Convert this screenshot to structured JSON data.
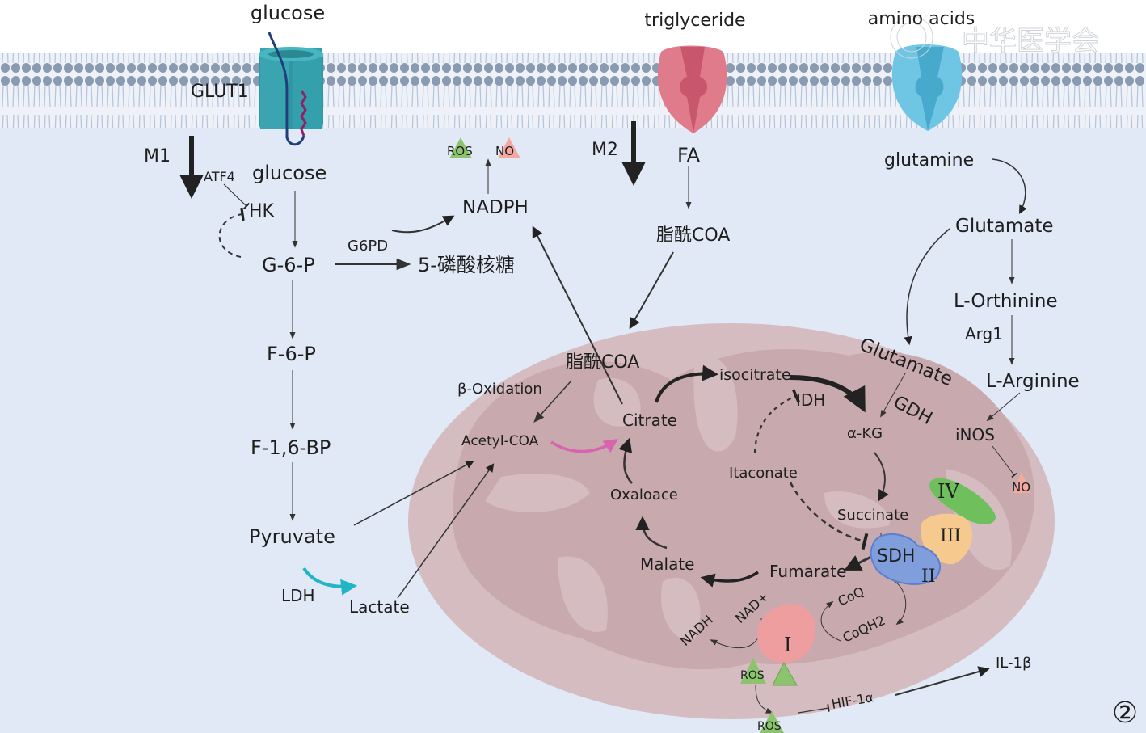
{
  "figure_number": "②",
  "watermark": "中华医学会",
  "colors": {
    "cytoplasm": "#e1e9f6",
    "membrane_head": "#8a9bb1",
    "mito_outer": "#d4bcc0",
    "mito_inner": "#c8a9ae",
    "glut1": "#3aa5b0",
    "fat_transporter": "#e07b8c",
    "amino_transporter": "#6ec6e4",
    "ldh_arrow": "#22b5c8",
    "acetyl_arrow": "#d864b0",
    "ros": "#8cc46e",
    "no": "#f4a8a0",
    "complex_I": "#ef9ea0",
    "complex_II": "#7f9edb",
    "complex_III": "#f6c98f",
    "complex_IV": "#6fbf5d"
  },
  "extracellular": {
    "glucose": "glucose",
    "triglyceride": "triglyceride",
    "amino_acids": "amino acids"
  },
  "transporters": {
    "glut1": "GLUT1"
  },
  "polarization": {
    "m1": "M1",
    "m2": "M2"
  },
  "glycolysis": {
    "glucose": "glucose",
    "atf4": "ATF4",
    "hk": "HK",
    "g6p": "G-6-P",
    "f6p": "F-6-P",
    "f16bp": "F-1,6-BP",
    "pyruvate": "Pyruvate",
    "ldh": "LDH",
    "lactate": "Lactate"
  },
  "ppp": {
    "g6pd": "G6PD",
    "ribose5p": "5-磷酸核糖",
    "nadph": "NADPH",
    "ros": "ROS",
    "no": "NO"
  },
  "fatty_acid": {
    "fa": "FA",
    "acyl_coa_cyto": "脂酰COA",
    "acyl_coa_mito": "脂酰COA",
    "beta_oxidation": "β-Oxidation",
    "acetyl_coa": "Acetyl-COA"
  },
  "tca": {
    "citrate": "Citrate",
    "isocitrate": "isocitrate",
    "idh": "IDH",
    "itaconate": "Itaconate",
    "akg": "α-KG",
    "succinate": "Succinate",
    "fumarate": "Fumarate",
    "malate": "Malate",
    "oxaloacetate": "Oxaloace"
  },
  "amino_acid": {
    "glutamine": "glutamine",
    "glutamate_cyto": "Glutamate",
    "glutamate_mito": "Glutamate",
    "gdh": "GDH",
    "l_ornithine": "L-Orthinine",
    "arg1": "Arg1",
    "l_arginine": "L-Arginine",
    "inos": "iNOS",
    "no": "NO"
  },
  "etc": {
    "sdh": "SDH",
    "complex_I": "I",
    "complex_II": "II",
    "complex_III": "III",
    "complex_IV": "IV",
    "nadh": "NADH",
    "nad_plus": "NAD+",
    "coq": "CoQ",
    "coqh2": "CoQH2",
    "ros_mito": "ROS",
    "ros_cyto": "ROS",
    "hif1a": "HIF-1α",
    "il1b": "IL-1β"
  }
}
